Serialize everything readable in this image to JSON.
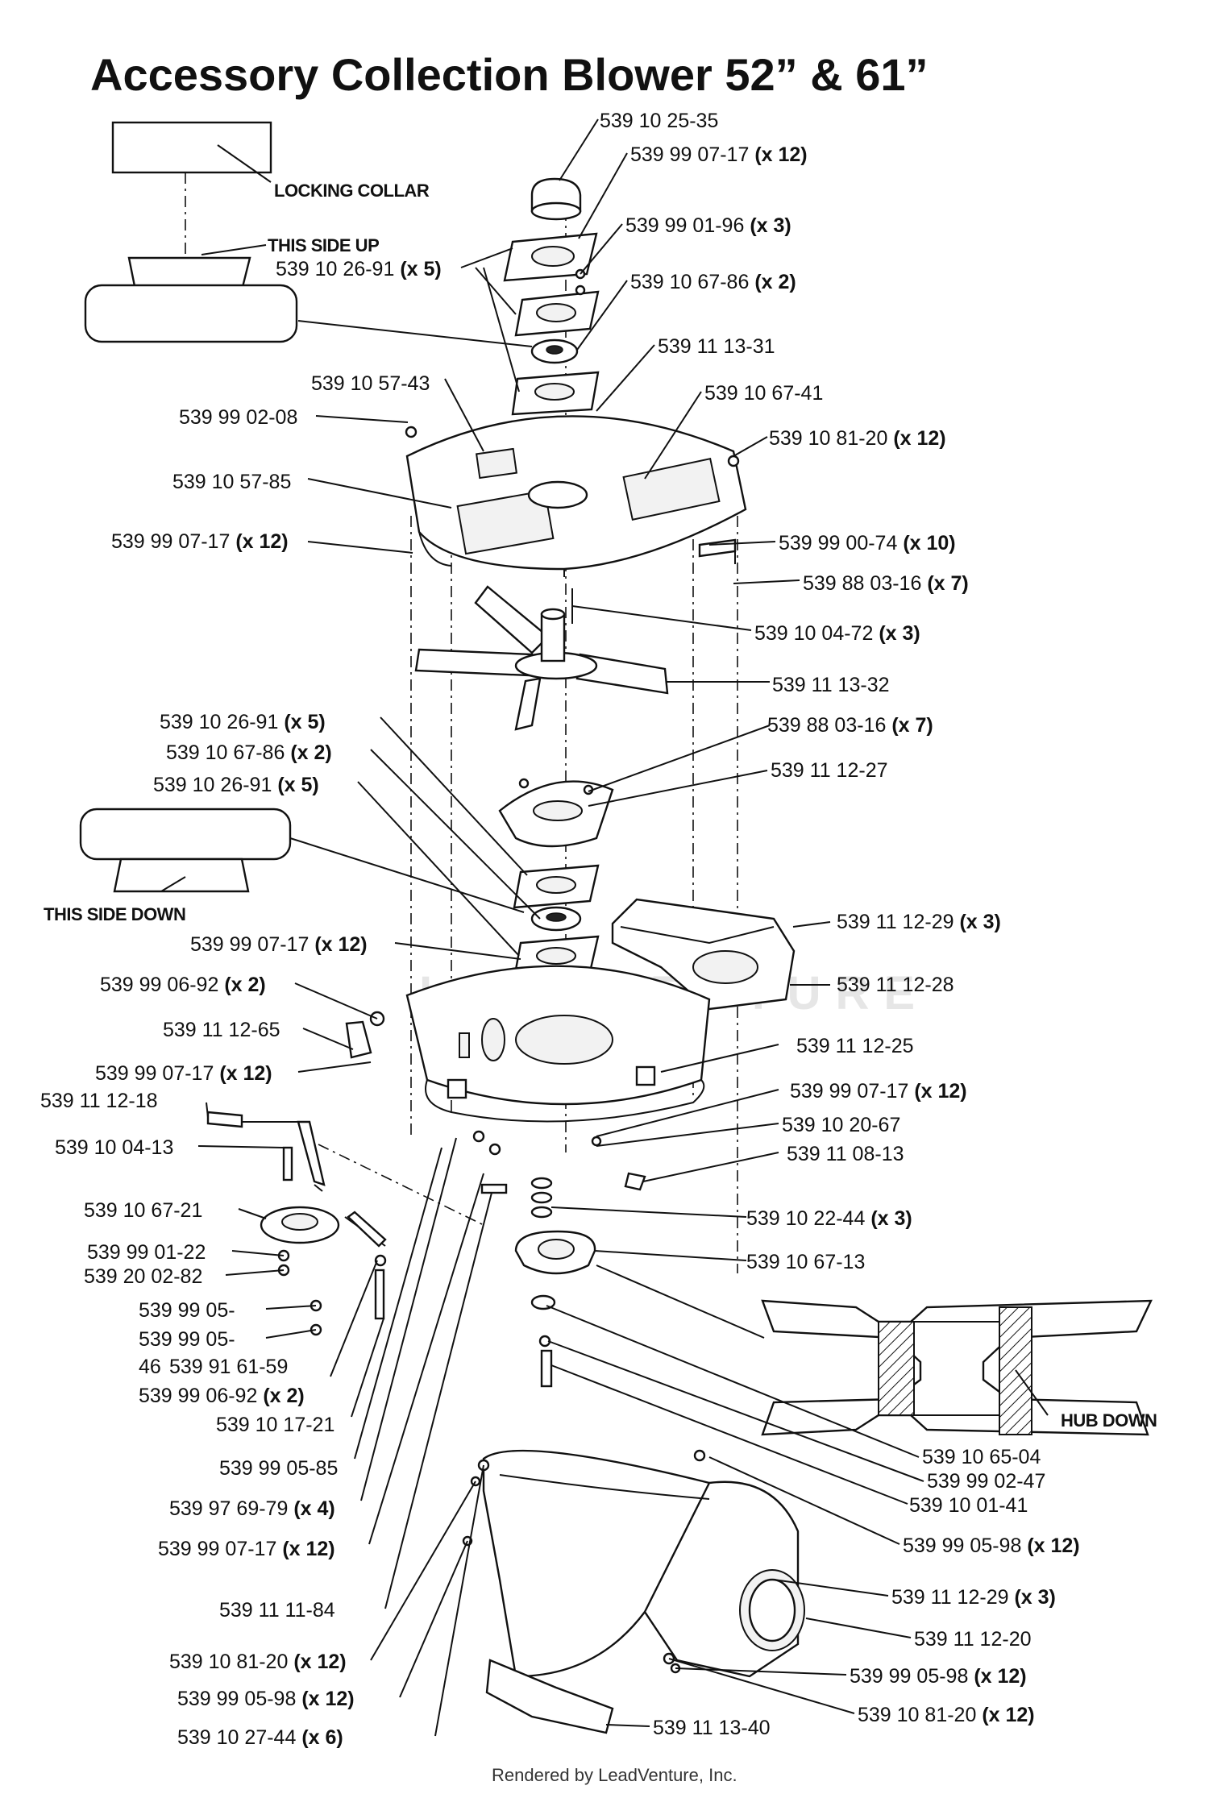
{
  "title": "Accessory Collection Blower 52” & 61”",
  "footer": "Rendered by LeadVenture, Inc.",
  "watermark": "LEADVENTURE",
  "notes": {
    "locking_collar": "LOCKING COLLAR",
    "this_side_up": "THIS SIDE UP",
    "this_side_down": "THIS SIDE DOWN",
    "hub_down": "HUB DOWN"
  },
  "labels": [
    {
      "part": "539 10 25-35",
      "qty": ""
    },
    {
      "part": "539 99 07-17",
      "qty": "(x 12)"
    },
    {
      "part": "539 99 01-96",
      "qty": "(x 3)"
    },
    {
      "part": "539 10 26-91",
      "qty": "(x 5)"
    },
    {
      "part": "539 10 67-86",
      "qty": "(x 2)"
    },
    {
      "part": "539 11 13-31",
      "qty": ""
    },
    {
      "part": "539 10 57-43",
      "qty": ""
    },
    {
      "part": "539 10 67-41",
      "qty": ""
    },
    {
      "part": "539 99 02-08",
      "qty": ""
    },
    {
      "part": "539 10 81-20",
      "qty": "(x 12)"
    },
    {
      "part": "539 10 57-85",
      "qty": ""
    },
    {
      "part": "539 99 07-17",
      "qty": "(x 12)"
    },
    {
      "part": "539 99 00-74",
      "qty": "(x 10)"
    },
    {
      "part": "539 88 03-16",
      "qty": "(x 7)"
    },
    {
      "part": "539 10 04-72",
      "qty": "(x 3)"
    },
    {
      "part": "539 11 13-32",
      "qty": ""
    },
    {
      "part": "539 10 26-91",
      "qty": "(x 5)"
    },
    {
      "part": "539 88 03-16",
      "qty": "(x 7)"
    },
    {
      "part": "539 10 67-86",
      "qty": "(x 2)"
    },
    {
      "part": "539 11 12-27",
      "qty": ""
    },
    {
      "part": "539 10 26-91",
      "qty": "(x 5)"
    },
    {
      "part": "539 11 12-29",
      "qty": "(x 3)"
    },
    {
      "part": "539 99 07-17",
      "qty": "(x 12)"
    },
    {
      "part": "539 11 12-28",
      "qty": ""
    },
    {
      "part": "539 99 06-92",
      "qty": "(x 2)"
    },
    {
      "part": "539 11 12-65",
      "qty": ""
    },
    {
      "part": "539 11 12-25",
      "qty": ""
    },
    {
      "part": "539 99 07-17",
      "qty": "(x 12)"
    },
    {
      "part": "539 99 07-17",
      "qty": "(x 12)"
    },
    {
      "part": "539 11 12-18",
      "qty": ""
    },
    {
      "part": "539 10 20-67",
      "qty": ""
    },
    {
      "part": "539 10 04-13",
      "qty": ""
    },
    {
      "part": "539 11 08-13",
      "qty": ""
    },
    {
      "part": "539 10 67-21",
      "qty": ""
    },
    {
      "part": "539 10 22-44",
      "qty": "(x 3)"
    },
    {
      "part": "539 99 01-22",
      "qty": ""
    },
    {
      "part": "539 10 67-13",
      "qty": ""
    },
    {
      "part": "539 20 02-82",
      "qty": ""
    },
    {
      "part": "539 99 05-",
      "qty": ""
    },
    {
      "part": "539 99 05-",
      "qty": ""
    },
    {
      "part": "46",
      "qty": ""
    },
    {
      "part": "539 91 61-59",
      "qty": ""
    },
    {
      "part": "539 99 06-92",
      "qty": "(x 2)"
    },
    {
      "part": "539 10 17-21",
      "qty": ""
    },
    {
      "part": "539 10 65-04",
      "qty": ""
    },
    {
      "part": "539 99 05-85",
      "qty": ""
    },
    {
      "part": "539 99 02-47",
      "qty": ""
    },
    {
      "part": "539 97 69-79",
      "qty": "(x 4)"
    },
    {
      "part": "539 10 01-41",
      "qty": ""
    },
    {
      "part": "539 99 07-17",
      "qty": "(x 12)"
    },
    {
      "part": "539 99 05-98",
      "qty": "(x 12)"
    },
    {
      "part": "539 11 11-84",
      "qty": ""
    },
    {
      "part": "539 11 12-29",
      "qty": "(x 3)"
    },
    {
      "part": "539 11 12-20",
      "qty": ""
    },
    {
      "part": "539 10 81-20",
      "qty": "(x 12)"
    },
    {
      "part": "539 99 05-98",
      "qty": "(x 12)"
    },
    {
      "part": "539 99 05-98",
      "qty": "(x 12)"
    },
    {
      "part": "539 10 81-20",
      "qty": "(x 12)"
    },
    {
      "part": "539 10 27-44",
      "qty": "(x 6)"
    },
    {
      "part": "539 11 13-40",
      "qty": ""
    }
  ]
}
